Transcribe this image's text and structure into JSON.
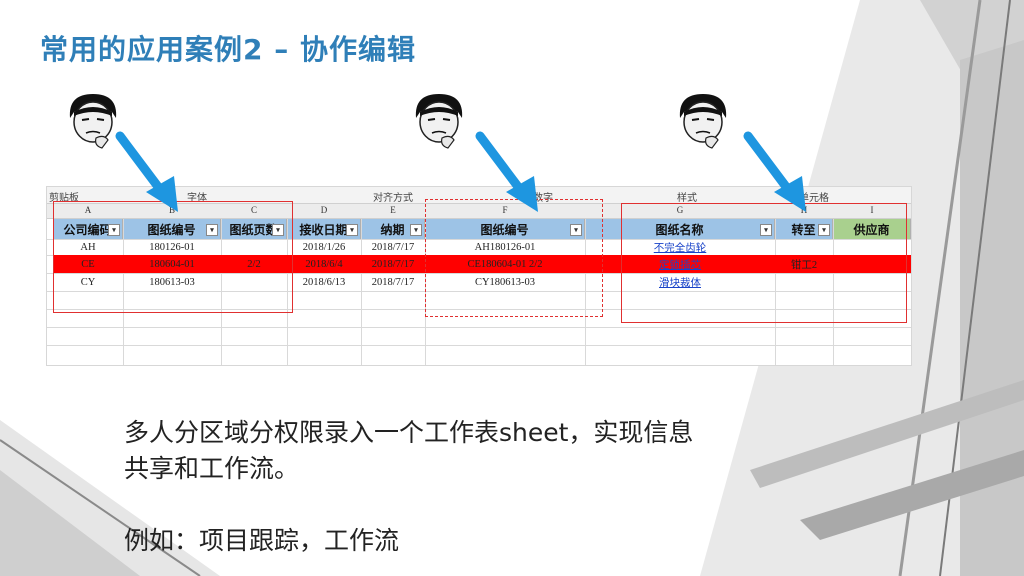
{
  "slide": {
    "title": "常用的应用案例2 – 协作编辑",
    "line1": "多人分区域分权限录入一个工作表sheet，实现信息",
    "line2": "共享和工作流。",
    "line3": "例如：项目跟踪，工作流"
  },
  "ribbon": {
    "clipboard": "剪贴板",
    "font": "字体",
    "alignment": "对齐方式",
    "number": "数字",
    "styles": "样式",
    "cells": "单元格"
  },
  "columns": [
    "A",
    "B",
    "C",
    "D",
    "E",
    "F",
    "G",
    "H",
    "I"
  ],
  "headers": {
    "a": "公司编码",
    "b": "图纸编号",
    "c": "图纸页数",
    "d": "接收日期",
    "e": "纳期",
    "f": "图纸编号",
    "g": "图纸名称",
    "h": "转至",
    "i": "供应商"
  },
  "rows": [
    {
      "a": "AH",
      "b": "180126-01",
      "c": "",
      "d": "2018/1/26",
      "e": "2018/7/17",
      "f": "AH180126-01",
      "g": "不完全齿轮",
      "h": ""
    },
    {
      "a": "CE",
      "b": "180604-01",
      "c": "2/2",
      "d": "2018/6/4",
      "e": "2018/7/17",
      "f": "CE180604-01 2/2",
      "g": "定锁插芯",
      "h": "钳工2"
    },
    {
      "a": "CY",
      "b": "180613-03",
      "c": "",
      "d": "2018/6/13",
      "e": "2018/7/17",
      "f": "CY180613-03",
      "g": "滑块裁体",
      "h": ""
    }
  ]
}
